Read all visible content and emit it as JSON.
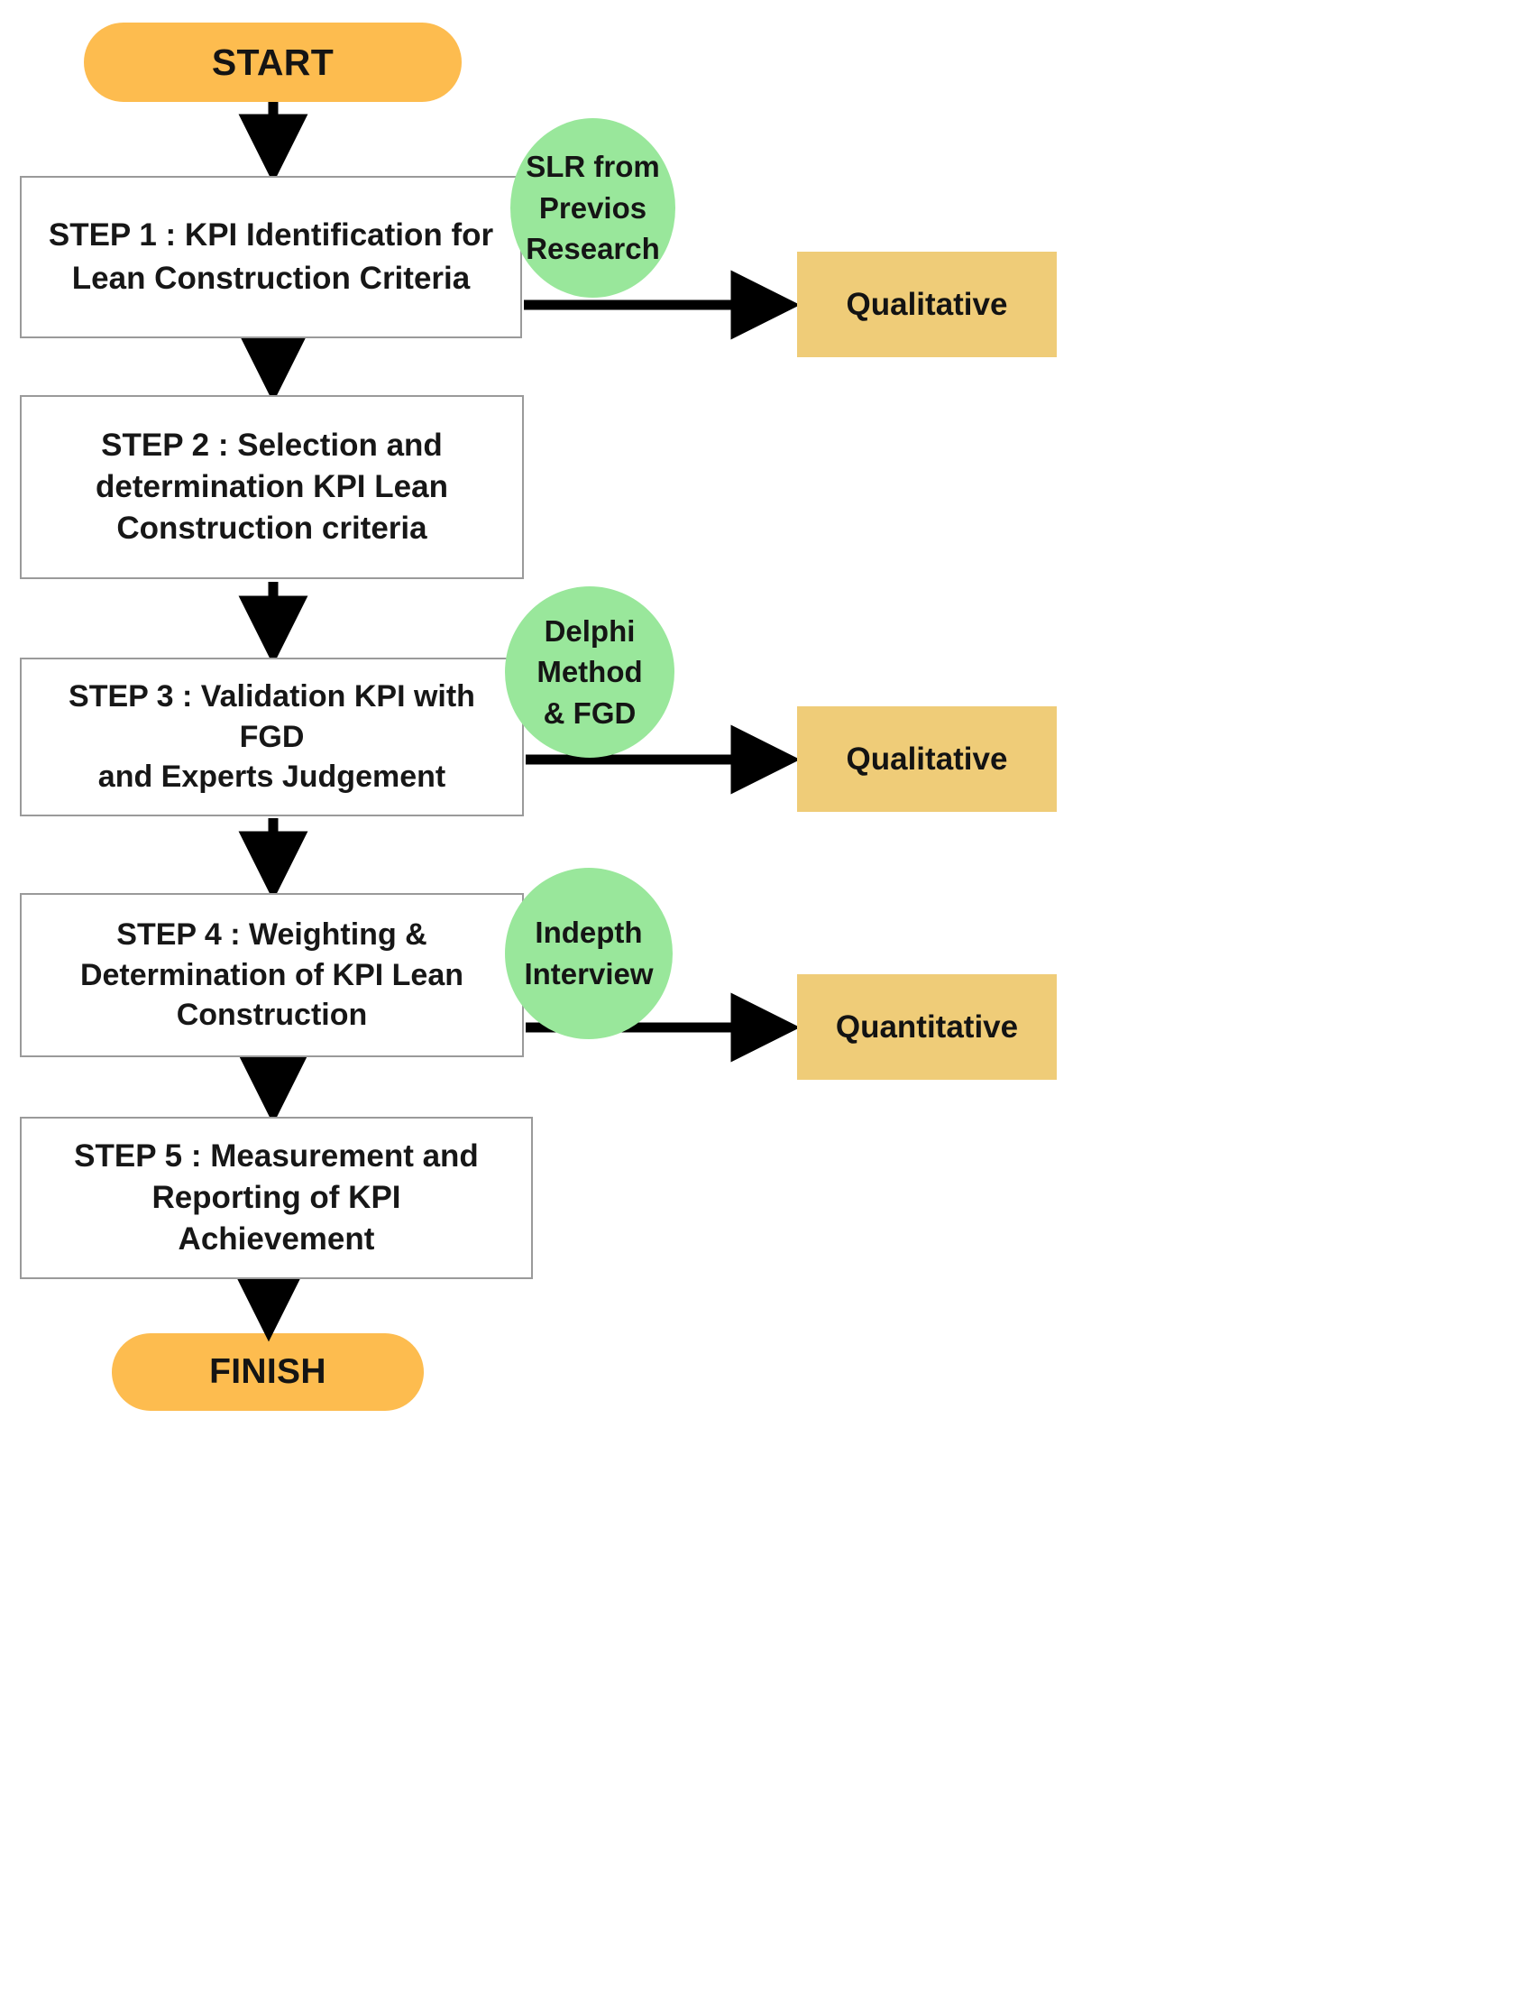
{
  "diagram": {
    "title": "Research Methodology Flowchart for KPI Lean Construction",
    "type": "flowchart",
    "orientation": "vertical",
    "background_color": "#FFFFFF"
  },
  "colors": {
    "terminator_fill": "#FDBC4F",
    "process_fill": "#FFFFFF",
    "process_border": "#9A9A9A",
    "method_circle_fill": "#99E79B",
    "result_box_fill": "#EFCC78",
    "connector_stroke": "#000000",
    "text_color": "#141414"
  },
  "terminators": {
    "start": {
      "label": "START"
    },
    "finish": {
      "label": "FINISH"
    }
  },
  "steps": [
    {
      "id": "step1",
      "label": "STEP 1 : KPI Identification for\nLean Construction Criteria"
    },
    {
      "id": "step2",
      "label": "STEP 2 : Selection and\ndetermination KPI Lean\nConstruction criteria"
    },
    {
      "id": "step3",
      "label": "STEP 3 : Validation KPI with FGD\nand Experts Judgement"
    },
    {
      "id": "step4",
      "label": "STEP 4 : Weighting &\nDetermination of  KPI Lean\nConstruction"
    },
    {
      "id": "step5",
      "label": "STEP 5 : Measurement and\nReporting of KPI\nAchievement"
    }
  ],
  "method_annotations": [
    {
      "id": "slr",
      "label": "SLR from\nPrevios\nResearch",
      "attached_to": "step1"
    },
    {
      "id": "delphi",
      "label": "Delphi\nMethod\n& FGD",
      "attached_to": "step3"
    },
    {
      "id": "indepth",
      "label": "Indepth\nInterview",
      "attached_to": "step4"
    }
  ],
  "result_boxes": [
    {
      "id": "qual1",
      "label": "Qualitative",
      "from_step": "step1"
    },
    {
      "id": "qual2",
      "label": "Qualitative",
      "from_step": "step3"
    },
    {
      "id": "quant",
      "label": "Quantitative",
      "from_step": "step4"
    }
  ],
  "connectors": [
    {
      "id": "start-to-step1",
      "from": "start",
      "to": "step1",
      "direction": "down"
    },
    {
      "id": "step1-to-step2",
      "from": "step1",
      "to": "step2",
      "direction": "down"
    },
    {
      "id": "step2-to-step3",
      "from": "step2",
      "to": "step3",
      "direction": "down"
    },
    {
      "id": "step3-to-step4",
      "from": "step3",
      "to": "step4",
      "direction": "down"
    },
    {
      "id": "step4-to-step5",
      "from": "step4",
      "to": "step5",
      "direction": "down"
    },
    {
      "id": "step5-to-finish",
      "from": "step5",
      "to": "finish",
      "direction": "down"
    },
    {
      "id": "step1-to-qual1",
      "from": "step1",
      "to": "qual1",
      "direction": "right"
    },
    {
      "id": "step3-to-qual2",
      "from": "step3",
      "to": "qual2",
      "direction": "right"
    },
    {
      "id": "step4-to-quant",
      "from": "step4",
      "to": "quant",
      "direction": "right"
    }
  ]
}
